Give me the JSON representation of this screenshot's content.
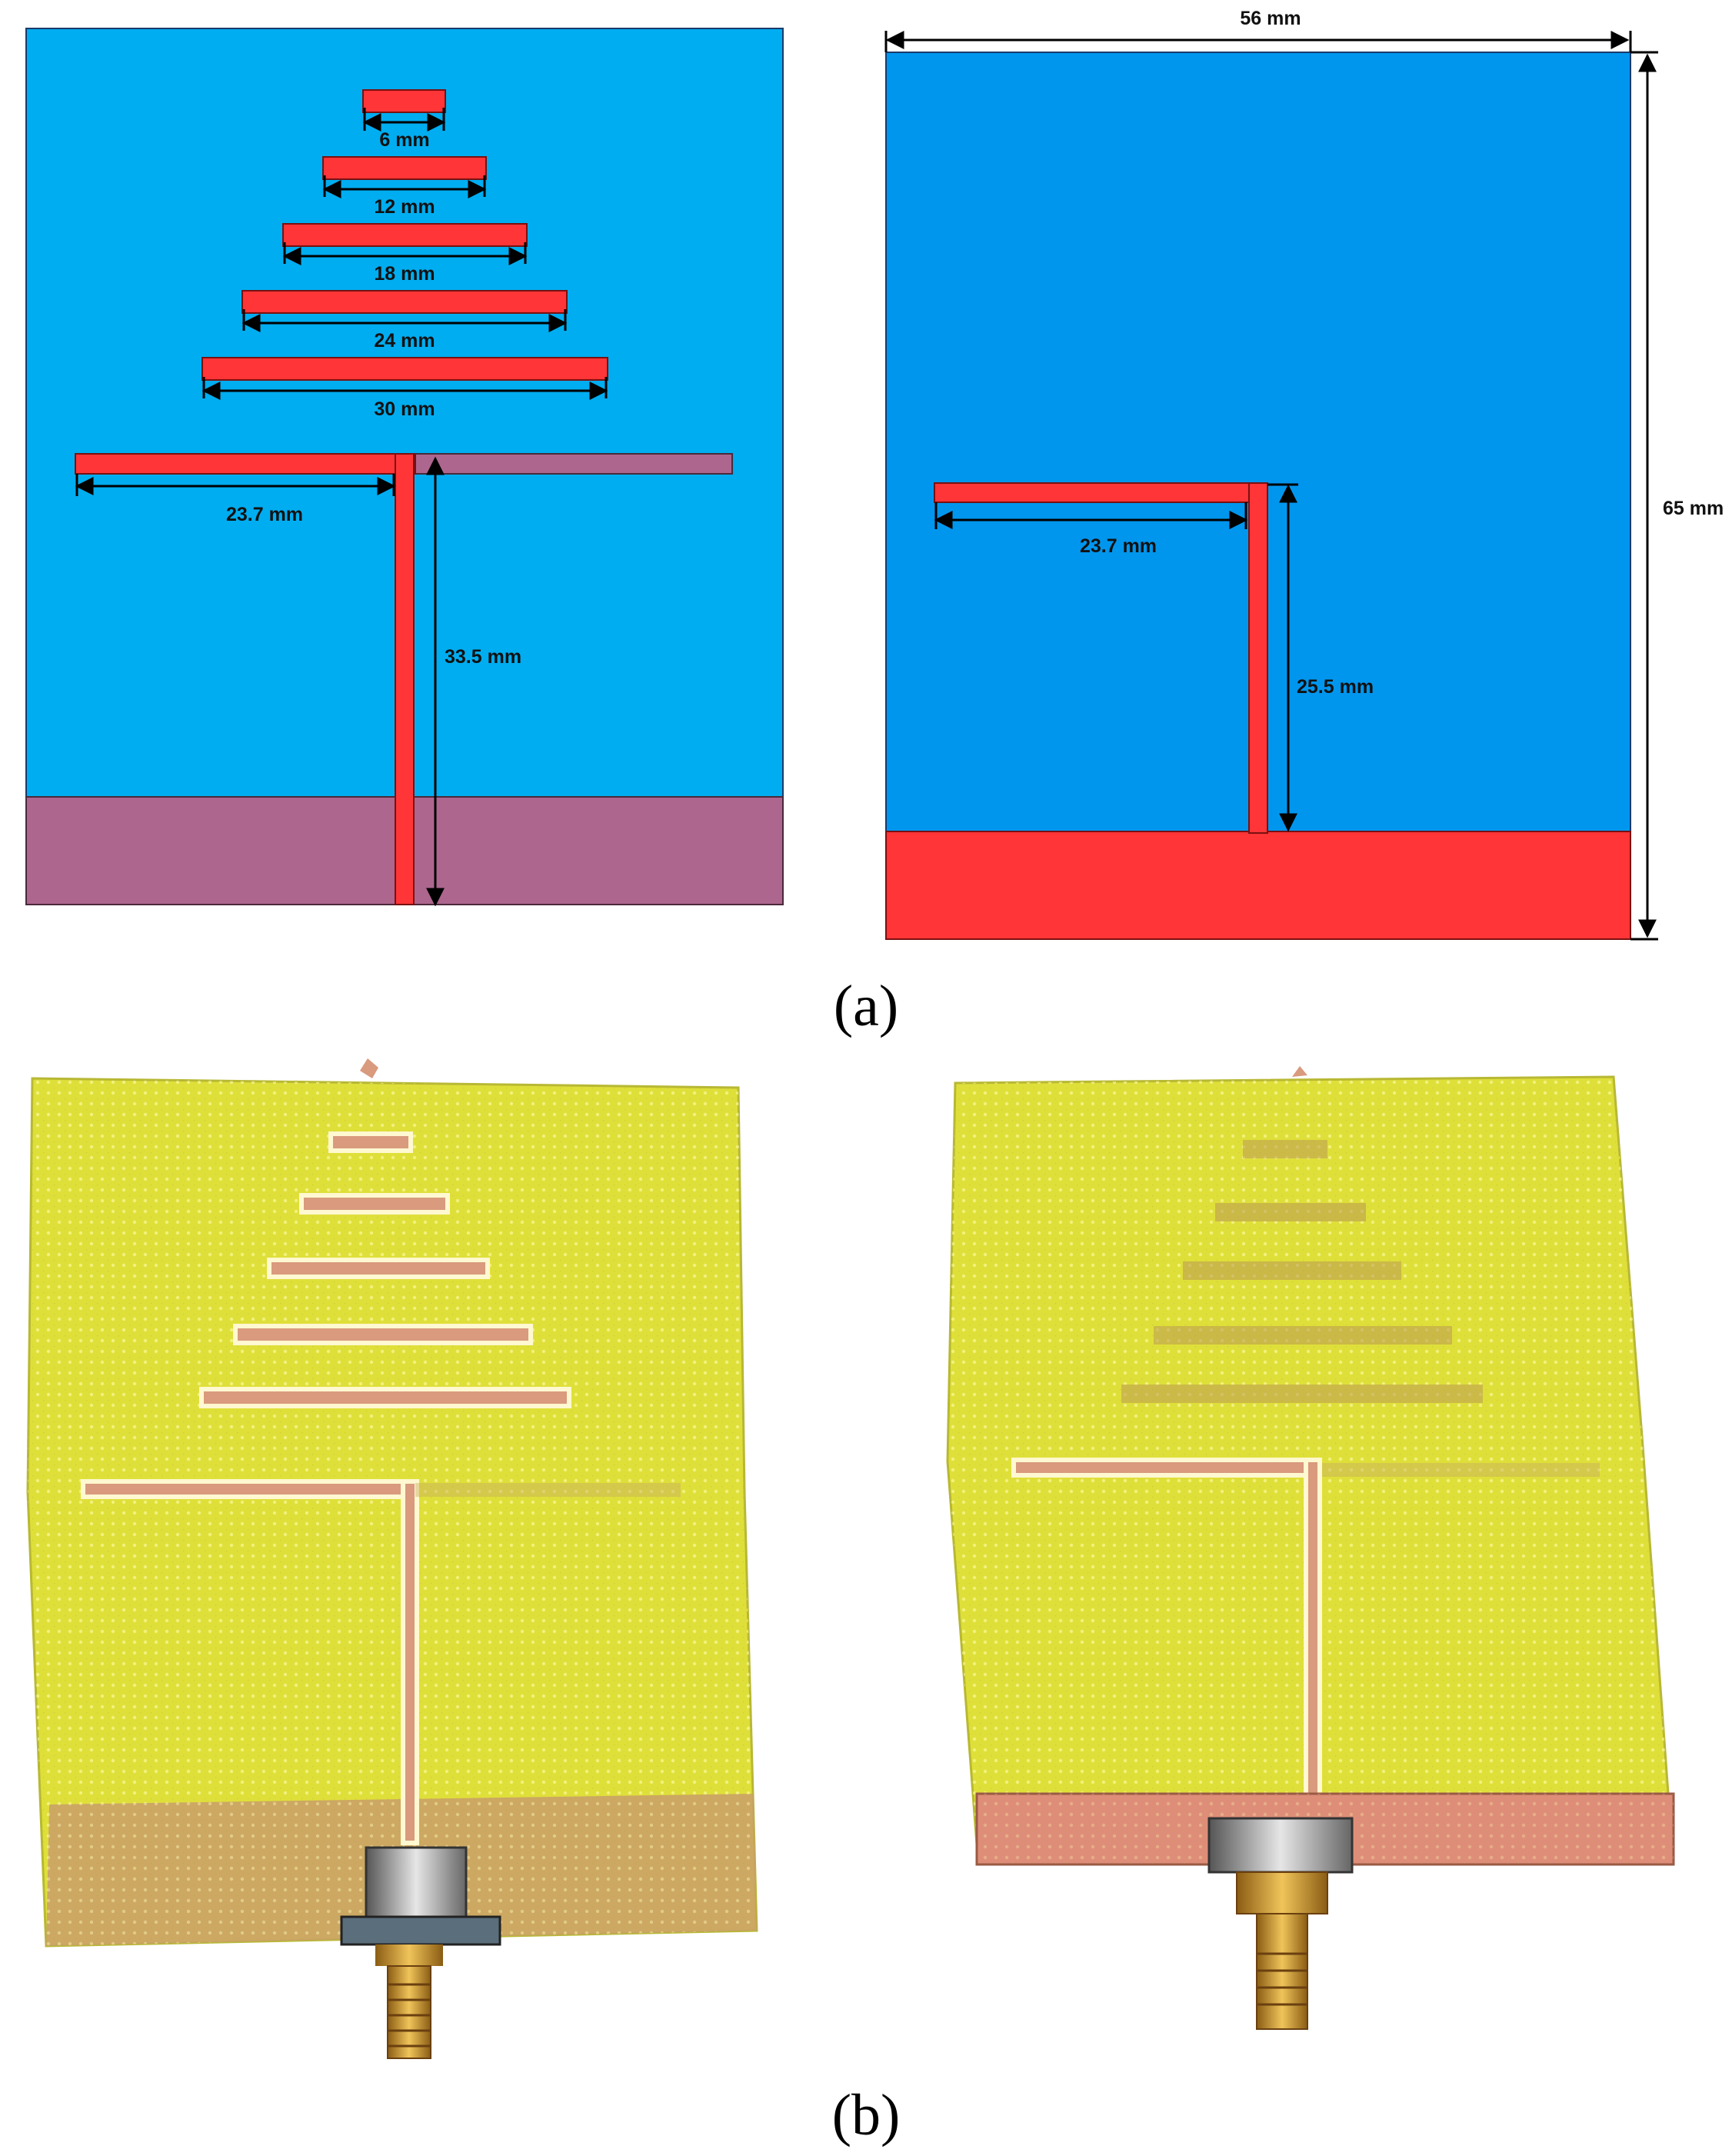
{
  "panel_a": {
    "caption": "(a)",
    "front_design": {
      "director_labels": [
        "6 mm",
        "12 mm",
        "18 mm",
        "24 mm",
        "30 mm"
      ],
      "dipole_arm_label": "23.7 mm",
      "feed_length_label": "33.5 mm"
    },
    "back_design": {
      "width_label": "56 mm",
      "height_label": "65 mm",
      "arm_label": "23.7 mm",
      "feed_length_label": "25.5 mm"
    }
  },
  "panel_b": {
    "caption": "(b)"
  },
  "colors": {
    "front_substrate": "#00adf0",
    "back_substrate": "#0096ee",
    "copper_trace": "#ff3537",
    "ground_plane_front": "#ad668e",
    "ground_plane_back": "#ff3537",
    "fr4_board": "#dfdf3a",
    "copper_photo": "#d99a7e",
    "connector_gold": "#c9952f"
  }
}
